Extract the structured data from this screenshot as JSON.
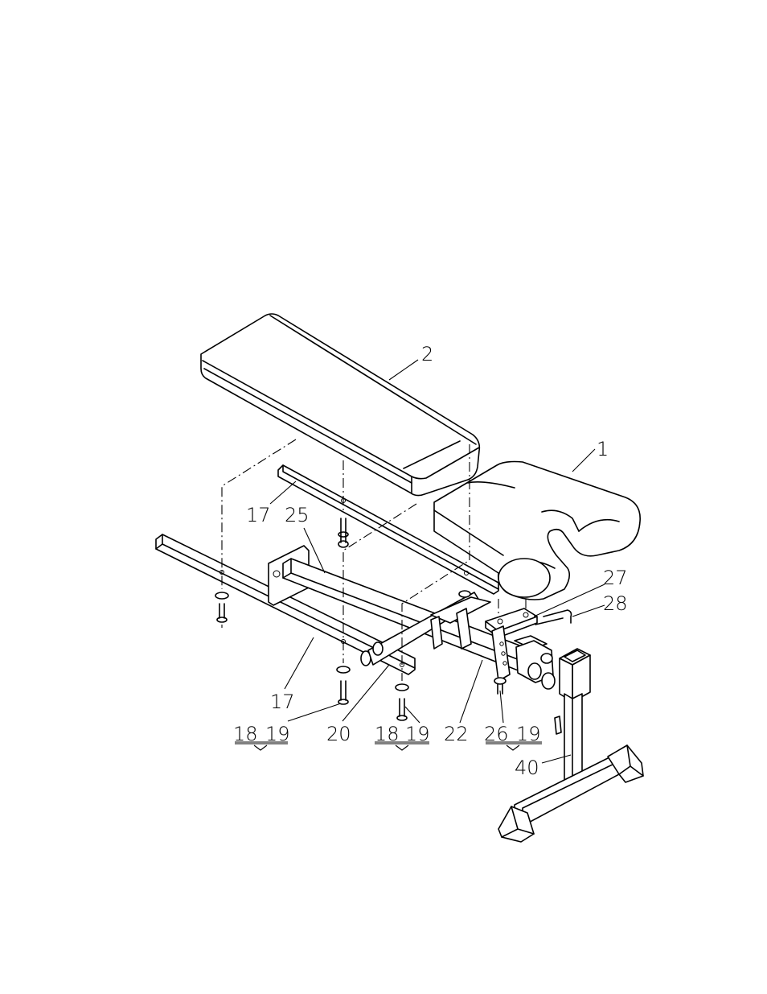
{
  "labels": {
    "l2": "2",
    "l1": "1",
    "l17a": "17",
    "l25": "25",
    "l27": "27",
    "l28": "28",
    "l17b": "17",
    "l18a": "18",
    "l19a": "19",
    "l20": "20",
    "l18b": "18",
    "l19b": "19",
    "l22": "22",
    "l26": "26",
    "l19c": "19",
    "l40": "40"
  }
}
